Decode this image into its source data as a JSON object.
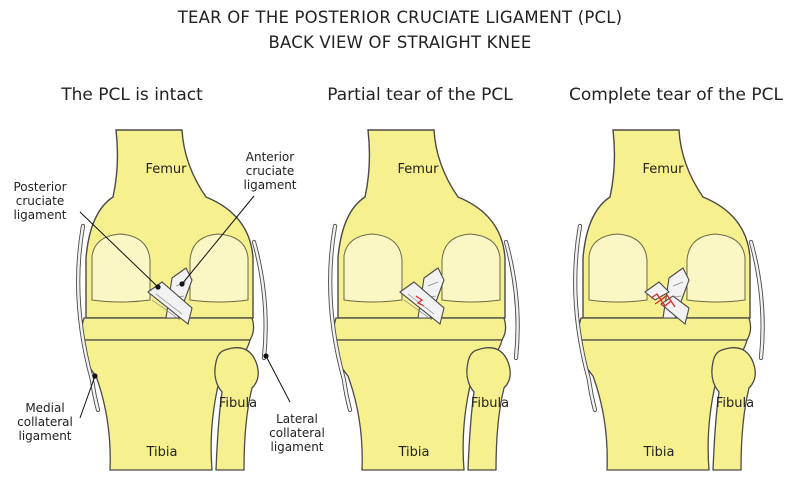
{
  "title": {
    "line1": "TEAR OF THE POSTERIOR CRUCIATE LIGAMENT (PCL)",
    "line2": "BACK VIEW OF STRAIGHT KNEE"
  },
  "panels": [
    {
      "title": "The PCL is intact",
      "femur": "Femur",
      "tibia": "Tibia",
      "fibula": "Fibula"
    },
    {
      "title": "Partial tear of the PCL",
      "femur": "Femur",
      "tibia": "Tibia",
      "fibula": "Fibula"
    },
    {
      "title": "Complete tear of the PCL",
      "femur": "Femur",
      "tibia": "Tibia",
      "fibula": "Fibula"
    }
  ],
  "annotations": {
    "pcl": [
      "Posterior",
      "cruciate",
      "ligament"
    ],
    "acl": [
      "Anterior",
      "cruciate",
      "ligament"
    ],
    "mcl": [
      "Medial",
      "collateral",
      "ligament"
    ],
    "lcl": [
      "Lateral",
      "collateral",
      "ligament"
    ]
  },
  "colors": {
    "bone": "#f6f08e",
    "bone_light": "#faf7c4",
    "outline": "#4a4a4a",
    "ligament": "#f2f2f2",
    "tear": "#d62b2b"
  }
}
